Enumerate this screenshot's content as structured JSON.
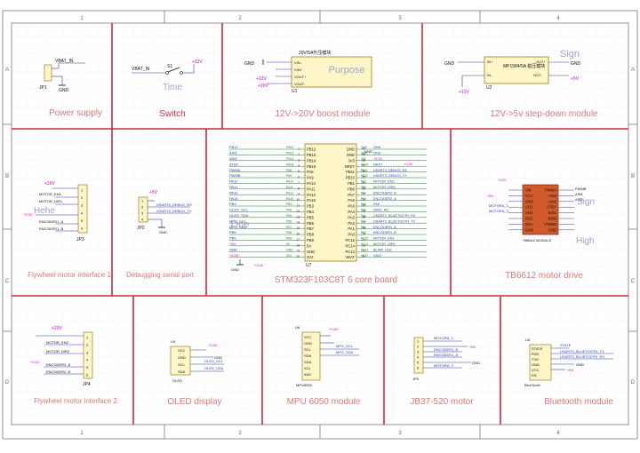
{
  "frame": {
    "cols": [
      "1",
      "2",
      "3",
      "4"
    ],
    "rows": [
      "A",
      "B",
      "C",
      "D"
    ]
  },
  "colors": {
    "border": "#7a7a7a",
    "grid": "#ececec",
    "divider": "#cc2a3a",
    "label": "#d97a7a",
    "wire": "#2a7a2a",
    "wire_blue": "#2b3fb0",
    "power": "#cc00cc",
    "component": "#111111",
    "chip_fill": "#d05a2a",
    "watermark": "#9aa4c8"
  },
  "sections": {
    "power_supply": "Power supply",
    "switch": "Switch",
    "boost": "12V->20V boost module",
    "step_down": "12V->5v step-down module",
    "flywheel1": "Flywheel motor interface 1",
    "debug_serial": "Debugging serial port",
    "core_board": "STM323F103C8T 6 core board",
    "tb6612": "TB6612 motor drive",
    "flywheel2": "Flywheel motor interface 2",
    "oled": "OLED display",
    "mpu6050": "MPU 6050 module",
    "jb37": "JB37-520 motor",
    "bluetooth": "Bluetooth module"
  },
  "watermarks": {
    "purpose": "Purpose",
    "time": "Time",
    "one": "One",
    "sign": "Sign",
    "high": "High",
    "help": "Hehe"
  },
  "schematic": {
    "vbat_in": "VBAT_IN",
    "gnd": "GND",
    "jp1": "JP1",
    "s1": "S1",
    "plus12v": "+12V",
    "plus5v": "+5V",
    "plus3v3": "+3.3V",
    "plus20v": "+20V",
    "u1": "U1",
    "u2": "U2",
    "u1_name": "20V/5A升压模块",
    "u2_name": "MP1584/5A\n稳压模块",
    "vin_plus": "VIN+",
    "vin_minus": "VIN-",
    "vout_plus": "VOUT+",
    "vout_minus": "VOUT-",
    "in_plus": "IN+",
    "in_minus": "IN-",
    "out_plus": "OUT+",
    "out_minus": "OUT-",
    "motor_en1": "MOTOR_EN1",
    "motor_dir1": "MOTOR_DIR1",
    "motor_en2": "MOTOR_EN2",
    "motor_dir2": "MOTOR_DIR2",
    "encoder1_a": "ENCODER1_A",
    "encoder1_b": "ENCODER1_B",
    "encoder2_a": "ENCODER2_A",
    "encoder2_b": "ENCODER2_B",
    "usart3_rx": "USART3_DEBUG_RX",
    "usart3_tx": "USART3_DEBUG_TX",
    "usart2_rx": "USART2_BLUETOOTH_RX",
    "usart2_tx": "USART2_BLUETOOTH_TX",
    "oled_scl": "OLED_SCL",
    "oled_sda": "OLED_SDA",
    "mpu_scl": "MPU_SCL",
    "mpu_sda": "MPU_SDA",
    "vbat_ad": "VBAT_AD",
    "blink_led": "BLINK_LED",
    "nrst": "NRST",
    "jp3": "JP3",
    "jp4": "JP4",
    "jp5": "JP5",
    "jp2": "JP2",
    "u3": "U3",
    "u4": "U4",
    "u5": "U5",
    "u6": "U6",
    "u7": "U7",
    "tb6612_name": "TB6612 MODULE",
    "mpu_name": "MPU6050",
    "bt_name": "BlueTooth",
    "oled_name": "OLED",
    "motora_1": "MOTORA_1",
    "motora_2": "MOTORA_2",
    "state": "STATE",
    "rxd": "RXD",
    "txd": "TXD",
    "en": "EN",
    "vcc": "VCC",
    "scl": "SCL",
    "sda": "SDA",
    "xda": "XDA",
    "xcl": "XCL",
    "ad0": "AD0",
    "int": "INT",
    "pwmb": "PWMB",
    "pwma": "PWMA",
    "stby": "STBY",
    "ain1": "AIN1",
    "ain2": "AIN2",
    "bin1": "BIN1",
    "bin2": "BIN2",
    "ao1": "AO1",
    "ao2": "AO2",
    "bo1": "BO1",
    "bo2": "BO2",
    "vm": "VM",
    "pwmb_net": "PWMB",
    "pwma_net": "PWMA",
    "ain1_net": "AIN1",
    "ain2_net": "AIN2",
    "bin1_net": "BIN1",
    "bin2_net": "BIN2",
    "stby_net": "STBY"
  },
  "core_pins_left": [
    "PB12",
    "PB13",
    "PB14",
    "PB15",
    "PA8",
    "PA9",
    "PA10",
    "PA11",
    "PA12",
    "PA15",
    "PB3",
    "PB4",
    "PB5",
    "PB6",
    "PB7",
    "PB8",
    "PB9",
    "5V",
    "GND",
    "3V3"
  ],
  "core_pins_right": [
    "GND",
    "GND",
    "3V3",
    "NRST",
    "PB11",
    "PB10",
    "PB1",
    "PB0",
    "PA7",
    "PA6",
    "PA5",
    "PA4",
    "PA3",
    "PA2",
    "PA1",
    "PA0",
    "PC15",
    "PC14",
    "PC13",
    "VBAT"
  ],
  "core_nets_left": [
    "PB12",
    "AIN1",
    "AIN2",
    "STBY",
    "PWMA",
    "PWMB",
    "PA10",
    "PA11",
    "PA12",
    "PA15",
    "PB3",
    "OLED_SCL",
    "OLED_SDA",
    "MPU_SCL",
    "MPU_SDA",
    "PB8",
    "PB9",
    "+5V",
    "GND",
    "+3.3V"
  ],
  "core_nets_right": [
    "GND",
    "GND",
    "+3.3V",
    "NRST",
    "USART3_DEBUG_RX",
    "USART3_DEBUG_TX",
    "MOTOR_EN2",
    "MOTOR_DIR2",
    "ENCODER2_B",
    "ENCODER2_A",
    "PA5",
    "VBAT_AD",
    "USART2_BLUETOOTH_RX",
    "USART2_BLUETOOTH_TX",
    "ENCODER1_A",
    "ENCODER1_B",
    "MOTOR_EN1",
    "MOTOR_DIR1",
    "BLINK_LED",
    "VBAT"
  ],
  "core_pin_nums_left": [
    "1",
    "2",
    "3",
    "4",
    "5",
    "6",
    "7",
    "8",
    "9",
    "10",
    "11",
    "12",
    "13",
    "14",
    "15",
    "16",
    "17",
    "18",
    "19",
    "20"
  ],
  "core_pin_nums_right": [
    "40",
    "39",
    "38",
    "37",
    "36",
    "35",
    "34",
    "33",
    "32",
    "31",
    "30",
    "29",
    "28",
    "27",
    "26",
    "25",
    "24",
    "23",
    "22",
    "21"
  ],
  "core_chip_name": "U7",
  "tb_pins_left": [
    "VM",
    "VCC",
    "GND",
    "AO1",
    "AO2",
    "BO2",
    "BO1",
    "GND"
  ],
  "tb_pins_right": [
    "PWMA",
    "AIN2",
    "AIN1",
    "STBY",
    "BIN1",
    "BIN2",
    "PWMB",
    "GND"
  ],
  "fw_pins": [
    "1",
    "2",
    "3",
    "4",
    "5",
    "6"
  ],
  "debug_pins": [
    "1",
    "2",
    "3",
    "4"
  ],
  "jb_pins": [
    "1",
    "2",
    "3",
    "4",
    "5",
    "6"
  ]
}
